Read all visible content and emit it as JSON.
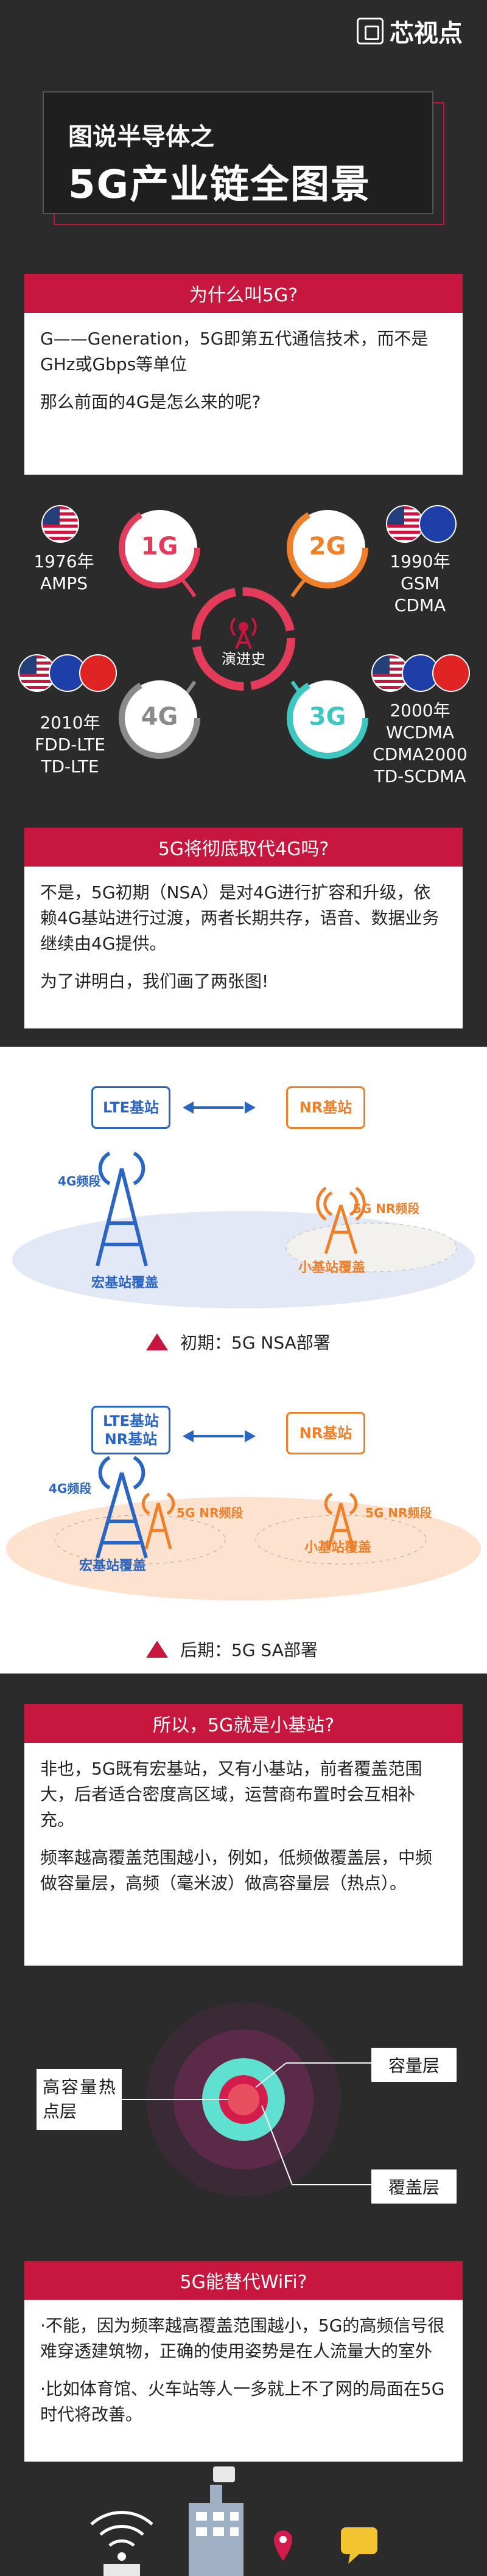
{
  "brand": {
    "name": "芯视点"
  },
  "title": {
    "line1": "图说半导体之",
    "line2": "5G产业链全图景"
  },
  "section1": {
    "header": "为什么叫5G?",
    "p1": "G——Generation，5G即第五代通信技术，而不是GHz或Gbps等单位",
    "p2": "那么前面的4G是怎么来的呢?"
  },
  "history": {
    "center": "演进史",
    "g1": {
      "badge": "1G",
      "year": "1976年",
      "std": "AMPS"
    },
    "g2": {
      "badge": "2G",
      "year": "1990年",
      "std1": "GSM",
      "std2": "CDMA"
    },
    "g3": {
      "badge": "3G",
      "year": "2000年",
      "std1": "WCDMA",
      "std2": "CDMA2000",
      "std3": "TD-SCDMA"
    },
    "g4": {
      "badge": "4G",
      "year": "2010年",
      "std1": "FDD-LTE",
      "std2": "TD-LTE"
    }
  },
  "section2": {
    "header": "5G将彻底取代4G吗?",
    "p1": "不是，5G初期（NSA）是对4G进行扩容和升级，依赖4G基站进行过渡，两者长期共存，语音、数据业务继续由4G提供。",
    "p2": "为了讲明白，我们画了两张图!"
  },
  "nsa": {
    "lte": "LTE基站",
    "nr": "NR基站",
    "band4g": "4G频段",
    "band5g": "5G NR频段",
    "macro": "宏基站覆盖",
    "small": "小基站覆盖",
    "caption": "初期：5G NSA部署"
  },
  "sa": {
    "lte": "LTE基站",
    "lte2": "NR基站",
    "nr": "NR基站",
    "band4g": "4G频段",
    "band5g_1": "5G NR频段",
    "band5g_2": "5G NR频段",
    "macro": "宏基站覆盖",
    "small": "小基站覆盖",
    "caption": "后期：5G SA部署"
  },
  "section3": {
    "header": "所以，5G就是小基站?",
    "p1": "非也，5G既有宏基站，又有小基站，前者覆盖范围大，后者适合密度高区域，运营商布置时会互相补充。",
    "p2": "频率越高覆盖范围越小，例如，低频做覆盖层，中频做容量层，高频（毫米波）做高容量层（热点）。"
  },
  "layers": {
    "hot": "高容量热点层",
    "capacity": "容量层",
    "coverage": "覆盖层"
  },
  "section4": {
    "header": "5G能替代WiFi?",
    "p1": "·不能，因为频率越高覆盖范围越小，5G的高频信号很难穿透建筑物，正确的使用姿势是在人流量大的室外",
    "p2": "·比如体育馆、火车站等人一多就上不了网的局面在5G时代将改善。"
  },
  "colors": {
    "accent": "#c8173f",
    "orange": "#f07f2a",
    "blue": "#2b65c4",
    "teal": "#3ec6c0",
    "dark": "#2b2b2b"
  }
}
